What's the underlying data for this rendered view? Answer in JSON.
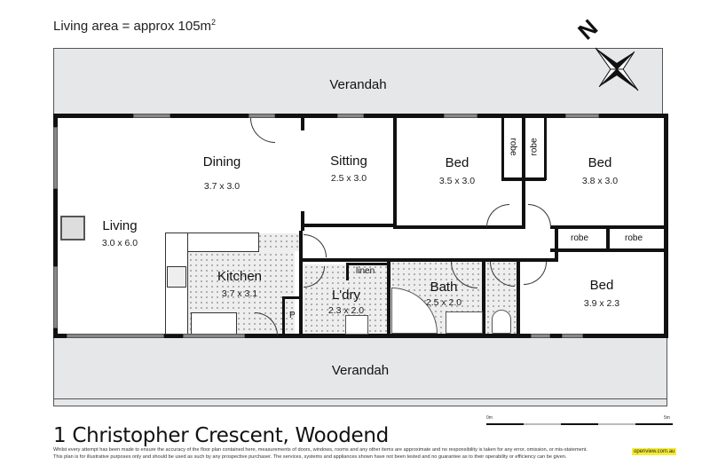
{
  "header": {
    "living_area_label": "Living area = approx 105m",
    "living_area_sup": "2"
  },
  "compass": {
    "north_label": "N",
    "icon": "compass-rose-icon"
  },
  "verandahs": {
    "top": "Verandah",
    "bottom": "Verandah"
  },
  "rooms": [
    {
      "name": "Living",
      "dims": "3.0 x 6.0"
    },
    {
      "name": "Dining",
      "dims": "3.7 x 3.0"
    },
    {
      "name": "Sitting",
      "dims": "2.5 x 3.0"
    },
    {
      "name": "Bed",
      "dims": "3.5 x 3.0"
    },
    {
      "name": "Bed",
      "dims": "3.8 x 3.0"
    },
    {
      "name": "Kitchen",
      "dims": "3.7 x 3.1"
    },
    {
      "name": "L'dry",
      "dims": "2.3 x 2.0"
    },
    {
      "name": "Bath",
      "dims": "2.5 x 2.0"
    },
    {
      "name": "Bed",
      "dims": "3.9 x 2.3"
    }
  ],
  "storage_labels": {
    "robe_1": "robe",
    "robe_2": "robe",
    "robe_3": "robe",
    "robe_4": "robe",
    "linen": "linen",
    "pantry": "P"
  },
  "footer": {
    "address": "1 Christopher Crescent, Woodend",
    "disclaimer_line1": "Whilst every attempt has been made to ensure the accuracy of the floor plan contained here, measurements of doors, windows, rooms and any other items are approximate and no responsibility is taken for any error, omission, or mis-statement.",
    "disclaimer_line2": "This plan is for illustrative purposes only and should be used as such by any prospective purchaser. The services, systems and appliances shown have not been tested and no guarantee as to their operability or efficiency can be given.",
    "scale_start": "0m",
    "scale_end": "5m",
    "logo_text": "openview.com.au"
  },
  "colors": {
    "verandah_fill": "#e6e7e9",
    "wall": "#111111",
    "wet_area_fill": "#eeeeee",
    "logo_bg": "#f6ec34"
  }
}
